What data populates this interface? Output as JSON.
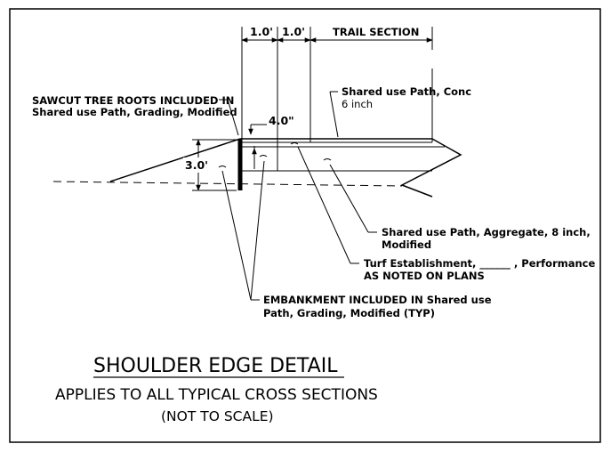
{
  "dimensions": {
    "dim1": "1.0'",
    "dim2": "1.0'",
    "trail_section": "TRAIL SECTION",
    "depth": "4.0\"",
    "height": "3.0'"
  },
  "callouts": {
    "sawcut_line1": "SAWCUT TREE ROOTS INCLUDED IN",
    "sawcut_line2": "Shared use Path, Grading, Modified",
    "conc_line1": "Shared use Path, Conc",
    "conc_line2": "6 inch",
    "aggregate_line1": "Shared use Path, Aggregate, 8 inch,",
    "aggregate_line2": "Modified",
    "turf_line1": "Turf Establishment, ______ , Performance",
    "turf_line2": "AS NOTED ON PLANS",
    "embankment_line1": "EMBANKMENT INCLUDED IN Shared use",
    "embankment_line2": "Path, Grading, Modified (TYP)"
  },
  "titles": {
    "main": "SHOULDER EDGE DETAIL",
    "applies": "APPLIES TO ALL TYPICAL CROSS SECTIONS",
    "scale": "(NOT TO SCALE)"
  }
}
